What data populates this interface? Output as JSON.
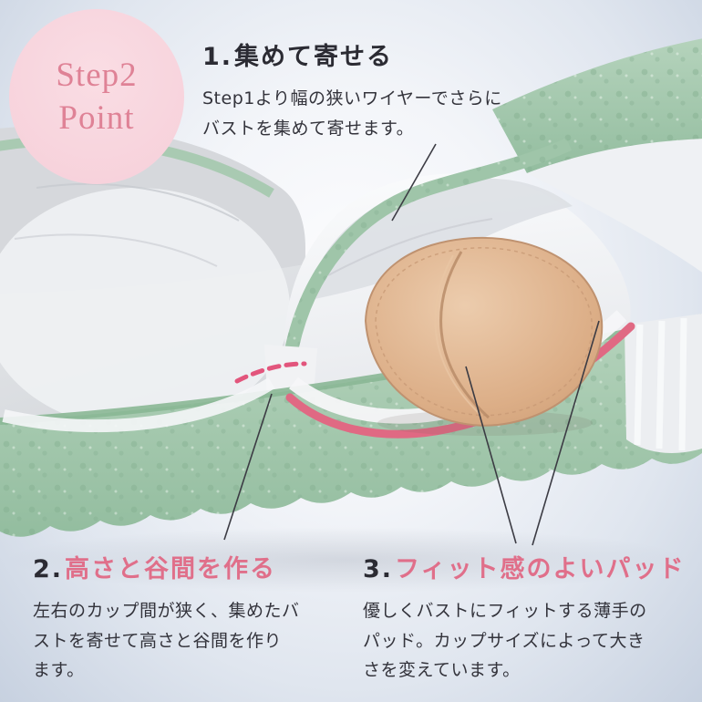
{
  "badge": {
    "step": "Step2",
    "point": "Point"
  },
  "points": [
    {
      "number": "1.",
      "title": "集めて寄せる",
      "body": "Step1より幅の狭いワイヤーでさらに\nバストを集めて寄せます。"
    },
    {
      "number": "2.",
      "title": "高さと谷間を作る",
      "body": "左右のカップ間が狭く、集めたバ\nストを寄せて高さと谷間を作り\nます。"
    },
    {
      "number": "3.",
      "title": "フィット感のよいパッド",
      "body": "優しくバストにフィットする薄手の\nパッド。カップサイズによって大き\nさを変えています。"
    }
  ],
  "colors": {
    "accent_pink": "#e06f8a",
    "badge_bg": "#f6cfd9",
    "badge_text": "#df8296",
    "text_dark": "#2b2b33",
    "mint_green": "#a3c8ad",
    "pad_beige": "#dcae87",
    "highlight_pink": "#e06983"
  },
  "photo_parts": [
    "left-cup",
    "right-cup",
    "inner-pad",
    "underwire-highlight-line",
    "center-gore-dashed-line",
    "lace-band",
    "shoulder-strap"
  ]
}
